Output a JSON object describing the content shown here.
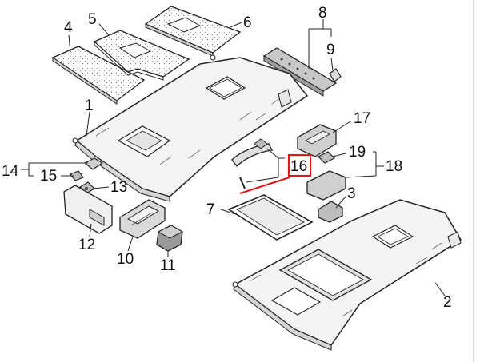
{
  "diagram": {
    "callouts": {
      "c1": "1",
      "c2": "2",
      "c3": "3",
      "c4": "4",
      "c5": "5",
      "c6": "6",
      "c7": "7",
      "c8": "8",
      "c9": "9",
      "c10": "10",
      "c11": "11",
      "c12": "12",
      "c13": "13",
      "c14": "14",
      "c15": "15",
      "c16": "16",
      "c17": "17",
      "c18": "18",
      "c19": "19"
    },
    "colors": {
      "line": "#222222",
      "part_fill": "#f2f2f2",
      "part_dark": "#bdbdbd",
      "highlight": "#e01a1a"
    },
    "highlighted_callout": "16"
  }
}
